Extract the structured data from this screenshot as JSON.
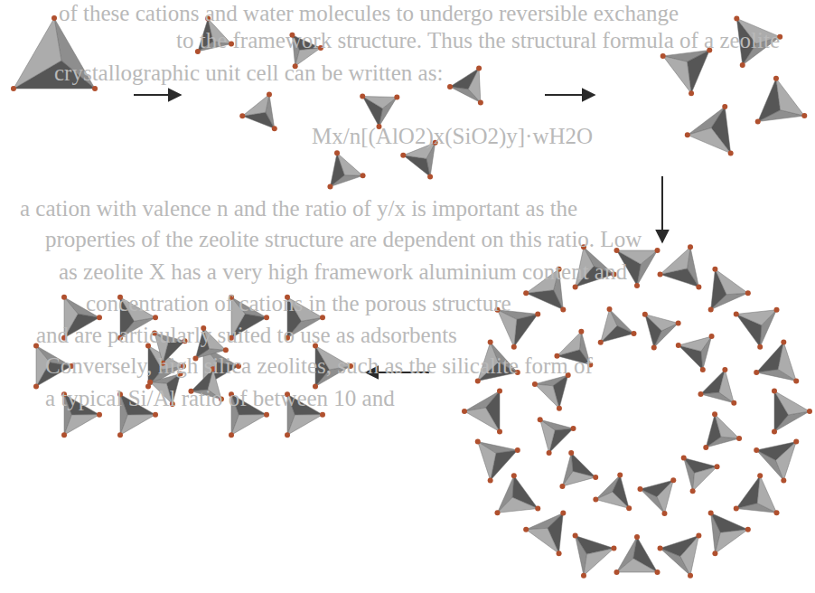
{
  "diagram": {
    "labels": [
      "of these cations and water molecules to undergo reversible exchange",
      "to the framework structure. Thus the structural formula of a zeolite",
      "crystallographic unit cell can be written as:",
      "Mx/n[(AlO2)x(SiO2)y]·wH2O",
      "a cation with valence n and the ratio of y/x is important as the",
      "properties of the zeolite structure are dependent on this ratio. Low",
      "as zeolite X has a very high framework aluminium content and",
      "concentration of cations in the porous structure",
      "and are particularly suited to use as adsorbents",
      "Conversely, high silica zeolites, such as the silicalite form of",
      "a typical Si/Al ratio of between 10 and"
    ]
  }
}
